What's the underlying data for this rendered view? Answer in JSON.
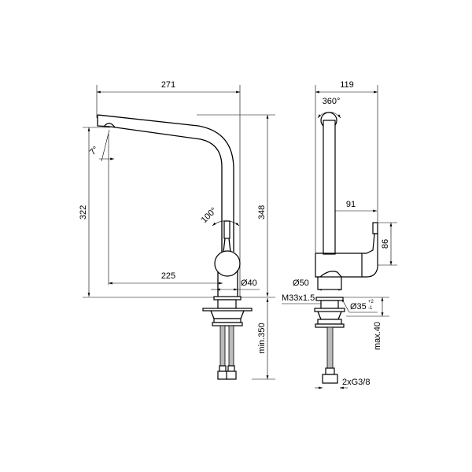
{
  "title": "Kitchen mixer tap dimension drawing",
  "front_view": {
    "width_overall": "271",
    "height_outlet": "322",
    "height_overall": "348",
    "spout_angle": "7°",
    "lever_angle": "100°",
    "reach": "225",
    "body_diameter": "Ø40",
    "hose_length": "min.350"
  },
  "side_view": {
    "depth_overall": "119",
    "swivel": "360°",
    "lever_offset": "91",
    "lever_height": "86",
    "base_diameter": "Ø50",
    "thread": "M33x1.5",
    "hole_diameter": "Ø35",
    "hole_tol_upper": "+2",
    "hole_tol_lower": "-1",
    "deck_thickness": "max.40",
    "connection": "2xG3/8"
  }
}
